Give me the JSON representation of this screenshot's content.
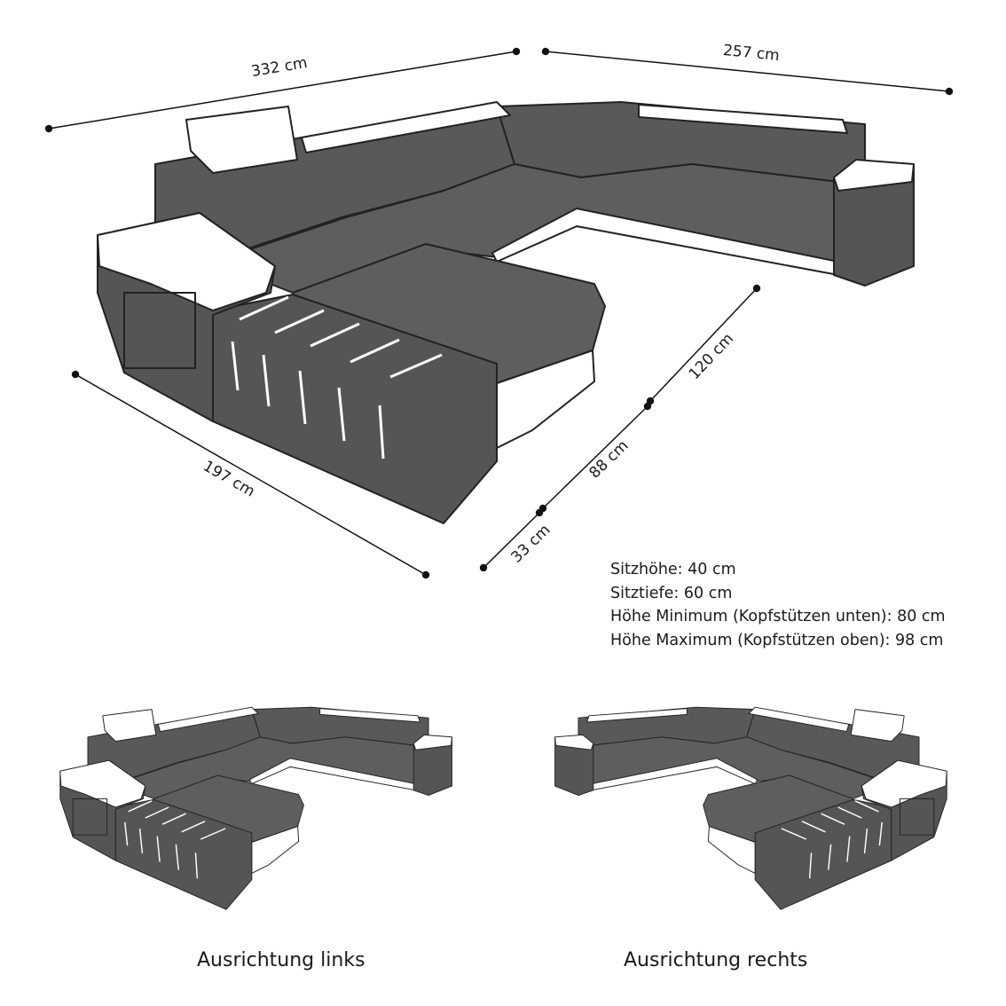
{
  "dimensions": {
    "width_left": "332 cm",
    "width_right": "257 cm",
    "chaise_length": "197 cm",
    "depth_main": "120 cm",
    "depth_inner": "88 cm",
    "depth_arm": "33 cm"
  },
  "specs": [
    "Sitzhöhe: 40 cm",
    "Sitztiefe: 60 cm",
    "Höhe Minimum (Kopfstützen unten): 80 cm",
    "Höhe Maximum (Kopfstützen oben): 98 cm"
  ],
  "variants": {
    "left_label": "Ausrichtung links",
    "right_label": "Ausrichtung rechts"
  },
  "colors": {
    "upholstery": "#595959",
    "accent": "#ffffff",
    "outline": "#222222"
  }
}
